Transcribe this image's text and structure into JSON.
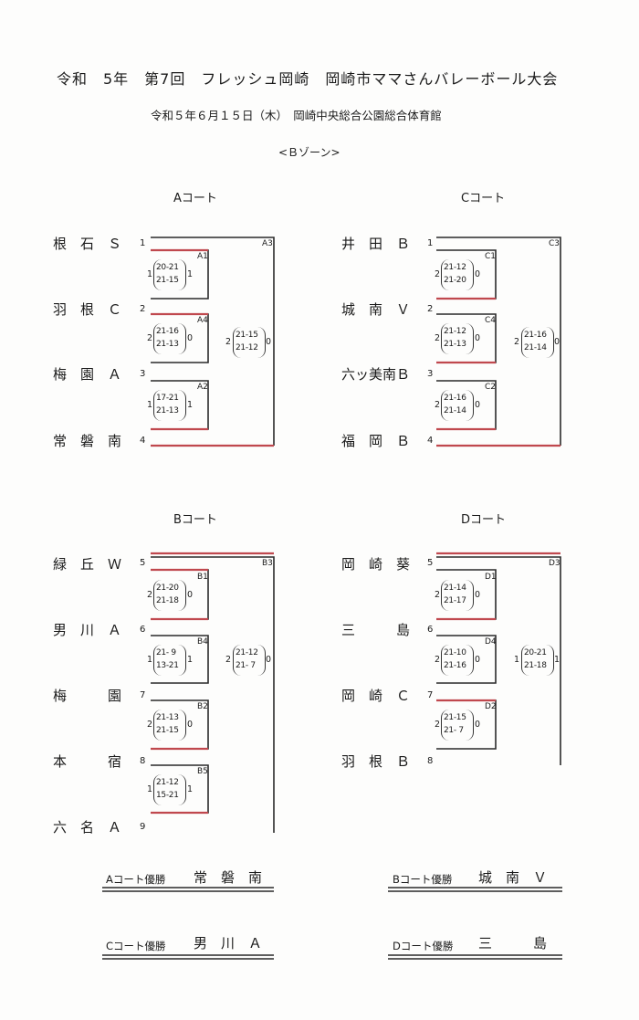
{
  "header": {
    "title": "令和　5年　第7回　フレッシュ岡崎　岡崎市ママさんバレーボール大会",
    "date_venue": "令和５年６月１５日（木）　岡崎中央総合公園総合体育館",
    "zone": "<Ｂゾーン>"
  },
  "courts": {
    "A": {
      "label": "Aコート",
      "teams": [
        "根　石　Ｓ",
        "羽　根　Ｃ",
        "梅　園　Ａ",
        "常　磐　南"
      ],
      "seeds": [
        "1",
        "2",
        "3",
        "4"
      ],
      "matches": {
        "A1": {
          "id": "A1",
          "left": "1",
          "s1": "20-21",
          "s2": "21-15",
          "right": "1"
        },
        "A2": {
          "id": "A2",
          "left": "1",
          "s1": "17-21",
          "s2": "21-13",
          "right": "1"
        },
        "A4": {
          "id": "A4",
          "left": "2",
          "s1": "21-16",
          "s2": "21-13",
          "right": "0"
        },
        "A3": {
          "id": "A3",
          "left": "2",
          "s1": "21-15",
          "s2": "21-12",
          "right": "0"
        }
      }
    },
    "C": {
      "label": "Cコート",
      "teams": [
        "井　田　Ｂ",
        "城　南　Ｖ",
        "六ッ美南Ｂ",
        "福　岡　Ｂ"
      ],
      "seeds": [
        "1",
        "2",
        "3",
        "4"
      ],
      "matches": {
        "C1": {
          "id": "C1",
          "left": "2",
          "s1": "21-12",
          "s2": "21-20",
          "right": "0"
        },
        "C2": {
          "id": "C2",
          "left": "2",
          "s1": "21-16",
          "s2": "21-14",
          "right": "0"
        },
        "C4": {
          "id": "C4",
          "left": "2",
          "s1": "21-12",
          "s2": "21-13",
          "right": "0"
        },
        "C3": {
          "id": "C3",
          "left": "2",
          "s1": "21-16",
          "s2": "21-14",
          "right": "0"
        }
      }
    },
    "B": {
      "label": "Bコート",
      "teams": [
        "緑　丘　Ｗ",
        "男　川　Ａ",
        "梅　　　園",
        "本　　　宿",
        "六　名　Ａ"
      ],
      "seeds": [
        "5",
        "6",
        "7",
        "8",
        "9"
      ],
      "matches": {
        "B1": {
          "id": "B1",
          "left": "2",
          "s1": "21-20",
          "s2": "21-18",
          "right": "0"
        },
        "B4": {
          "id": "B4",
          "left": "1",
          "s1": "21- 9",
          "s2": "13-21",
          "right": "1"
        },
        "B2": {
          "id": "B2",
          "left": "2",
          "s1": "21-13",
          "s2": "21-15",
          "right": "0"
        },
        "B5": {
          "id": "B5",
          "left": "1",
          "s1": "21-12",
          "s2": "15-21",
          "right": "1"
        },
        "B3": {
          "id": "B3",
          "left": "2",
          "s1": "21-12",
          "s2": "21- 7",
          "right": "0"
        }
      }
    },
    "D": {
      "label": "Dコート",
      "teams": [
        "岡　崎　葵",
        "三　　　島",
        "岡　崎　Ｃ",
        "羽　根　Ｂ"
      ],
      "seeds": [
        "5",
        "6",
        "7",
        "8"
      ],
      "matches": {
        "D1": {
          "id": "D1",
          "left": "2",
          "s1": "21-14",
          "s2": "21-17",
          "right": "0"
        },
        "D4": {
          "id": "D4",
          "left": "2",
          "s1": "21-10",
          "s2": "21-16",
          "right": "0"
        },
        "D2": {
          "id": "D2",
          "left": "2",
          "s1": "21-15",
          "s2": "21- 7",
          "right": "0"
        },
        "D3": {
          "id": "D3",
          "left": "1",
          "s1": "20-21",
          "s2": "21-18",
          "right": "1"
        }
      }
    }
  },
  "winners": {
    "A": {
      "label": "Aコート優勝",
      "name": "常　磐　南"
    },
    "B": {
      "label": "Bコート優勝",
      "name": "城　南　Ｖ"
    },
    "C": {
      "label": "Cコート優勝",
      "name": "男　川　Ａ"
    },
    "D": {
      "label": "Dコート優勝",
      "name": "三　　　島"
    }
  },
  "colors": {
    "line": "#2a2a2a",
    "winner_line": "#c0484e"
  }
}
